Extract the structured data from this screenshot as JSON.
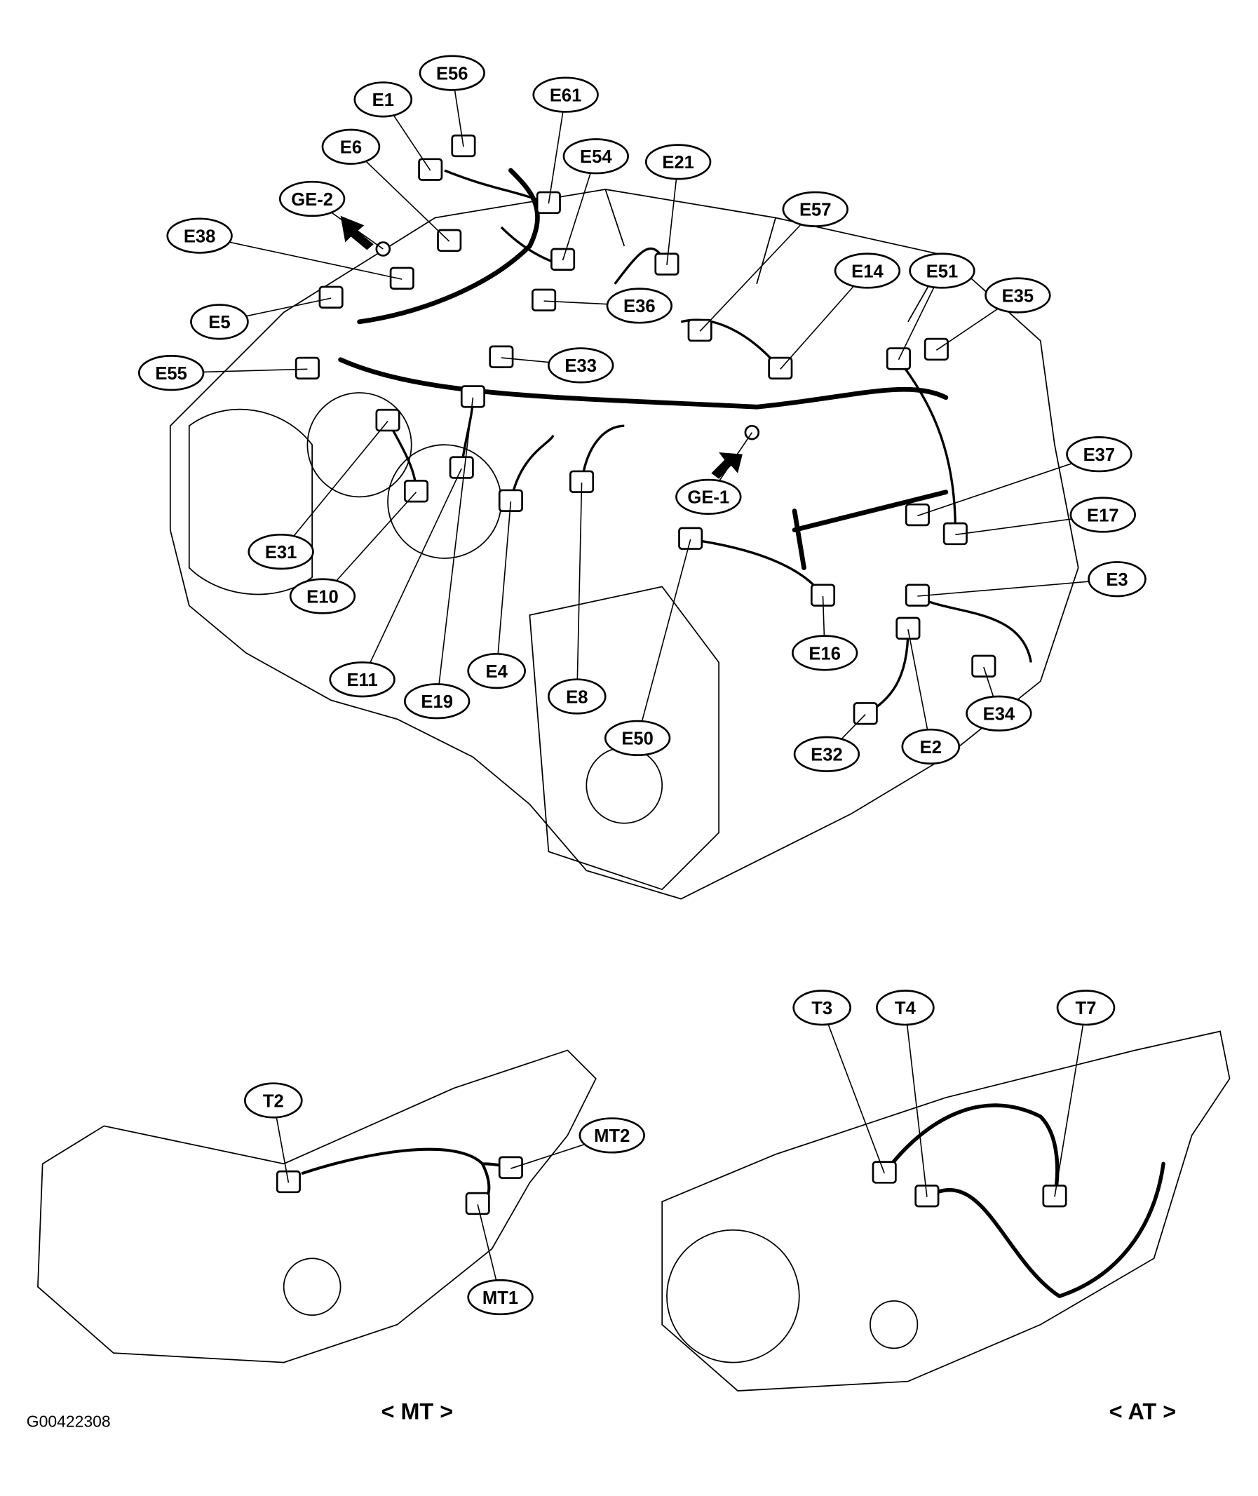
{
  "figure_code": "G00422308",
  "captions": {
    "mt": "< MT >",
    "at": "< AT >"
  },
  "engine_callouts": [
    "E56",
    "E1",
    "E61",
    "E6",
    "E54",
    "E21",
    "GE-2",
    "E38",
    "E57",
    "E14",
    "E51",
    "E35",
    "E5",
    "E36",
    "E55",
    "E33",
    "E37",
    "GE-1",
    "E17",
    "E31",
    "E3",
    "E10",
    "E16",
    "E11",
    "E4",
    "E19",
    "E8",
    "E34",
    "E50",
    "E2",
    "E32"
  ],
  "transmission_callouts": [
    "T2",
    "MT2",
    "MT1",
    "T3",
    "T4",
    "T7"
  ]
}
